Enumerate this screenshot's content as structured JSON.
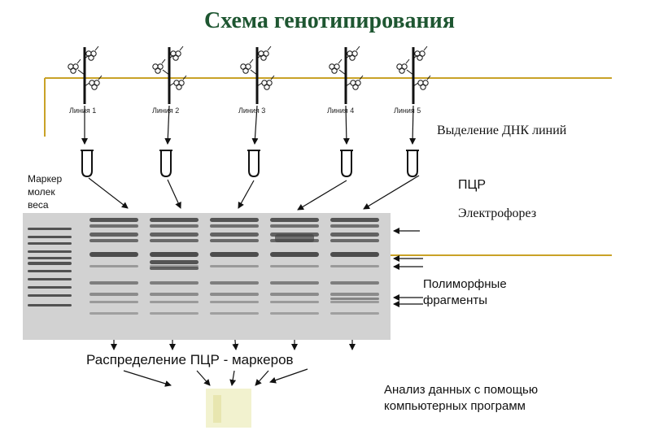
{
  "title": "Схема генотипирования",
  "lines": [
    "Линия 1",
    "Линия 2",
    "Линия 3",
    "Линия 4",
    "Линия 5"
  ],
  "labels": {
    "dna_extraction": "Выделение ДНК линий",
    "marker_line1": "Маркер",
    "marker_line2": "молек",
    "marker_line3": "веса",
    "pcr": "ПЦР",
    "electrophoresis": "Электрофорез",
    "polymorphic_line1": "Полиморфные",
    "polymorphic_line2": "фрагменты",
    "distribution": "Распределение ПЦР - маркеров",
    "analysis_line1": "Анализ данных с помощью",
    "analysis_line2": "компьютерных программ"
  },
  "colors": {
    "title": "#1e5631",
    "rule": "#c9a227",
    "gel_background": "#d2d2d2",
    "band": "#5a5a5a",
    "pcr_block": "#f2f2cf"
  },
  "icons": [
    "plant-icon",
    "test-tube-icon",
    "arrow-icon"
  ]
}
